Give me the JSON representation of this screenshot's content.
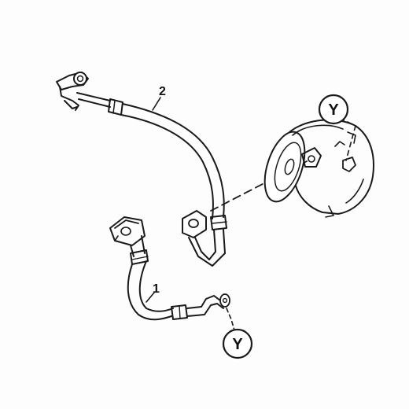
{
  "callouts": {
    "hose_1": "1",
    "hose_2": "2",
    "ref_top": "Y",
    "ref_bottom": "Y"
  },
  "colors": {
    "ink": "#1a1a1a",
    "paper": "#fdfdfd"
  }
}
